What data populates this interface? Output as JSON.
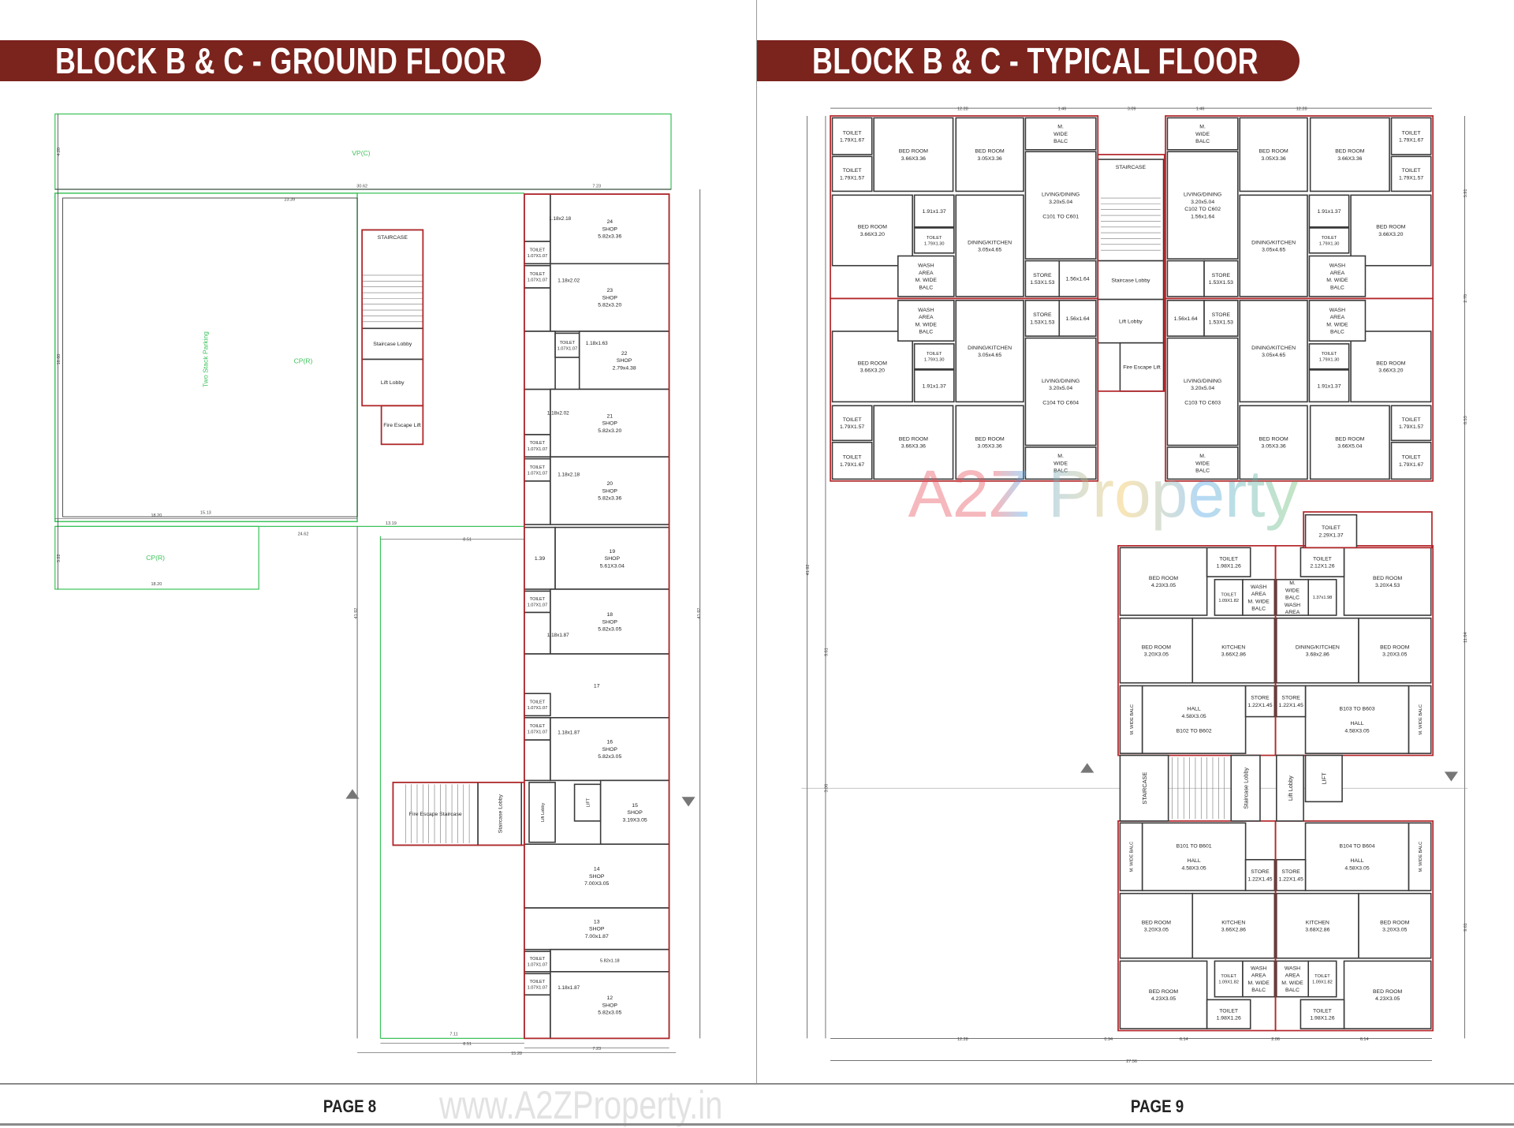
{
  "left_page": {
    "title": "BLOCK B & C - GROUND FLOOR",
    "page_label": "PAGE 8",
    "zones": [
      {
        "label": "VP(C)"
      },
      {
        "label": "CP(R)"
      },
      {
        "label": "Two Stack Parking"
      },
      {
        "label": "CP(R)"
      }
    ],
    "rooms": [
      [
        "STAIRCASE"
      ],
      [
        "Staircase Lobby"
      ],
      [
        "Lift Lobby"
      ],
      [
        "Fire Escape Lift"
      ],
      [
        "TOILET",
        "1.07X1.07"
      ],
      [
        "24",
        "SHOP",
        "5.82x3.36"
      ],
      [
        "TOILET",
        "1.07X1.07"
      ],
      [
        "23",
        "SHOP",
        "5.82x3.20"
      ],
      [],
      [
        "TOILET",
        "1.07X1.07"
      ],
      [
        "22",
        "SHOP",
        "2.79x4.38"
      ],
      [
        "TOILET",
        "1.07X1.07"
      ],
      [
        "21",
        "SHOP",
        "5.82x3.20"
      ],
      [
        "TOILET",
        "1.07X1.07"
      ],
      [
        "20",
        "SHOP",
        "5.82x3.36"
      ],
      [
        "1.39"
      ],
      [
        "19",
        "SHOP",
        "5.61X3.04"
      ],
      [
        "TOILET",
        "1.07X1.07"
      ],
      [
        "18",
        "SHOP",
        "5.82x3.05"
      ],
      [
        "17"
      ],
      [
        "TOILET",
        "1.07X1.07"
      ],
      [
        "TOILET",
        "1.07X1.07"
      ],
      [
        "16",
        "SHOP",
        "5.82x3.05"
      ],
      [
        "Lift Lobby"
      ],
      [
        "LIFT"
      ],
      [
        "15",
        "SHOP",
        "3.19X3.05"
      ],
      [
        "14",
        "SHOP",
        "7.00X3.05"
      ],
      [
        "13",
        "SHOP",
        "7.00x1.87"
      ],
      [
        "5.82x1.18"
      ],
      [
        "TOILET",
        "1.07X1.07"
      ],
      [
        "TOILET",
        "1.07X1.07"
      ],
      [
        "12",
        "SHOP",
        "5.82x3.05"
      ],
      [
        "Fire Escape Staircase"
      ],
      [
        "Staircase Lobby"
      ]
    ],
    "free_labels": [
      "1.18x2.18",
      "1.18x2.02",
      "1.18x1.63",
      "1.18x2.02",
      "1.18x2.18",
      "1.18x1.87",
      "1.18x1.87",
      "1.18x1.87"
    ],
    "dimensions": [
      "30.62",
      "7.23",
      "23.39",
      "41.92",
      "41.92",
      "18.20",
      "15.13",
      "24.62",
      "13.19",
      "8.51",
      "18.20",
      "7.11",
      "8.51",
      "15.28",
      "7.23",
      "4.20",
      "16.60",
      "3.22"
    ]
  },
  "right_page": {
    "title": "BLOCK B & C - TYPICAL FLOOR",
    "page_label": "PAGE 9",
    "c_units": [
      {
        "rooms": [
          [
            "TOILET",
            "1.79X1.67"
          ],
          [
            "TOILET",
            "1.79X1.57"
          ],
          [
            "BED ROOM",
            "3.66X3.36"
          ],
          [
            "BED ROOM",
            "3.05X3.36"
          ],
          [
            "M.",
            "WIDE",
            "BALC"
          ],
          [
            "BED ROOM",
            "3.66X3.20"
          ],
          [
            "1.91x1.37"
          ],
          [
            "TOILET",
            "1.79X1.30"
          ],
          [
            "DINING/KITCHEN",
            "3.05x4.65"
          ],
          [
            "LIVING/DINING",
            "3.20x5.04",
            "",
            "C101 TO C601"
          ],
          [
            "STORE",
            "1.53X1.53"
          ],
          [
            "1.56x1.64"
          ],
          [
            "WASH",
            "AREA",
            "M. WIDE",
            "BALC"
          ]
        ]
      },
      {
        "rooms": [
          [
            "TOILET",
            "1.79X1.67"
          ],
          [
            "TOILET",
            "1.79X1.57"
          ],
          [
            "BED ROOM",
            "3.66X3.36"
          ],
          [
            "BED ROOM",
            "3.05X3.36"
          ],
          [
            "M.",
            "WIDE",
            "BALC"
          ],
          [
            "BED ROOM",
            "3.66X3.20"
          ],
          [
            "1.91x1.37"
          ],
          [
            "TOILET",
            "1.79X1.30"
          ],
          [
            "DINING/KITCHEN",
            "3.05x4.65"
          ],
          [
            "LIVING/DINING",
            "3.20x5.04",
            "C102 TO C602",
            "1.56x1.64"
          ],
          [
            "STORE",
            "1.53X1.53"
          ],
          [],
          [
            "WASH",
            "AREA",
            "M. WIDE",
            "BALC"
          ]
        ]
      },
      {
        "rooms": [
          [
            "TOILET",
            "1.79X1.67"
          ],
          [
            "TOILET",
            "1.79X1.57"
          ],
          [
            "BED ROOM",
            "3.66X5.04"
          ],
          [
            "BED ROOM",
            "3.05X3.36"
          ],
          [
            "M.",
            "WIDE",
            "BALC"
          ],
          [
            "BED ROOM",
            "3.66X3.20"
          ],
          [
            "1.91x1.37"
          ],
          [
            "TOILET",
            "1.79X1.30"
          ],
          [
            "DINING/KITCHEN",
            "3.05x4.65"
          ],
          [
            "LIVING/DINING",
            "3.20x5.04",
            "",
            "C103 TO C603"
          ],
          [
            "STORE",
            "1.53X1.53"
          ],
          [
            "1.56x1.64"
          ],
          [
            "WASH",
            "AREA",
            "M. WIDE",
            "BALC"
          ]
        ]
      },
      {
        "rooms": [
          [
            "TOILET",
            "1.79X1.67"
          ],
          [
            "TOILET",
            "1.79X1.57"
          ],
          [
            "BED ROOM",
            "3.66X3.36"
          ],
          [
            "BED ROOM",
            "3.05X3.36"
          ],
          [
            "M.",
            "WIDE",
            "BALC"
          ],
          [
            "BED ROOM",
            "3.66X3.20"
          ],
          [
            "1.91x1.37"
          ],
          [
            "TOILET",
            "1.79X1.30"
          ],
          [
            "DINING/KITCHEN",
            "3.05x4.65"
          ],
          [
            "LIVING/DINING",
            "3.20x5.04",
            "",
            "C104 TO C604"
          ],
          [
            "STORE",
            "1.53X1.53"
          ],
          [
            "1.56x1.64"
          ],
          [
            "WASH",
            "AREA",
            "M. WIDE",
            "BALC"
          ]
        ]
      }
    ],
    "c_core": [
      [
        "STAIRCASE"
      ],
      [
        "Staircase Lobby"
      ],
      [
        "Lift Lobby"
      ],
      [
        "Fire Escape Lift"
      ]
    ],
    "b_units": [
      {
        "rooms": [
          [
            "BED ROOM",
            "4.23X3.05"
          ],
          [
            "TOILET",
            "1.98X1.26"
          ],
          [
            "TOILET",
            "1.09X1.82"
          ],
          [
            "WASH",
            "AREA",
            "M. WIDE",
            "BALC"
          ],
          [
            "BED ROOM",
            "3.20X3.05"
          ],
          [
            "KITCHEN",
            "3.66X2.86"
          ],
          [
            "HALL",
            "4.58X3.05",
            "",
            "B102 TO B602"
          ],
          [
            "M. WIDE",
            "BALC"
          ],
          [
            "STORE",
            "1.22X1.45"
          ]
        ]
      },
      {
        "rooms": [
          [
            "BED ROOM",
            "3.20X4.53"
          ],
          [
            "TOILET",
            "2.12X1.26"
          ],
          [
            "1.37x1.98"
          ],
          [
            "M.",
            "WIDE",
            "BALC",
            "WASH",
            "AREA"
          ],
          [
            "BED ROOM",
            "3.20X3.05"
          ],
          [
            "DINING/KITCHEN",
            "3.68x2.86"
          ],
          [
            "B103 TO B603",
            "",
            "HALL",
            "4.58X3.05"
          ],
          [
            "M. WIDE",
            "BALC"
          ],
          [
            "STORE",
            "1.22X1.45"
          ]
        ]
      },
      {
        "rooms": [
          [
            "BED ROOM",
            "4.23X3.05"
          ],
          [
            "TOILET",
            "1.98X1.26"
          ],
          [
            "TOILET",
            "1.09X1.82"
          ],
          [
            "WASH",
            "AREA",
            "M. WIDE",
            "BALC"
          ],
          [
            "BED ROOM",
            "3.20X3.05"
          ],
          [
            "KITCHEN",
            "3.66X2.86"
          ],
          [
            "B101 TO B601",
            "",
            "HALL",
            "4.58X3.05"
          ],
          [
            "M. WIDE",
            "BALC"
          ],
          [
            "STORE",
            "1.22X1.45"
          ]
        ]
      },
      {
        "rooms": [
          [
            "BED ROOM",
            "4.23X3.05"
          ],
          [
            "TOILET",
            "1.98X1.26"
          ],
          [
            "TOILET",
            "1.09X1.82"
          ],
          [
            "WASH",
            "AREA",
            "M. WIDE",
            "BALC"
          ],
          [
            "BED ROOM",
            "3.20X3.05"
          ],
          [
            "KITCHEN",
            "3.68X2.86"
          ],
          [
            "B104 TO B604",
            "",
            "HALL",
            "4.58X3.05"
          ],
          [
            "M. WIDE",
            "BALC"
          ],
          [
            "STORE",
            "1.22X1.45"
          ]
        ]
      }
    ],
    "b_extra": [
      [
        "TOILET",
        "2.29X1.37"
      ]
    ],
    "b_core": [
      [
        "STAIRCASE"
      ],
      [
        "Staircase Lobby"
      ],
      [
        "Lift Lobby"
      ],
      [
        "LIFT"
      ]
    ],
    "dimensions": [
      "12.28",
      "1.46",
      "3.09",
      "1.46",
      "12.28",
      "27.56",
      "12.28",
      "6.14",
      "2.06",
      "6.14",
      "0.94",
      "41.92",
      "11.64",
      "8.53",
      "5.91",
      "9.61",
      "9.61",
      "3.06",
      "2.78"
    ]
  },
  "watermarks": {
    "logo": "A2Z Property",
    "url": "www.A2ZProperty.in"
  },
  "colors": {
    "header_bg": "#7b231d",
    "outline_red": "#b3262a",
    "zone_green": "#3cc35a"
  }
}
